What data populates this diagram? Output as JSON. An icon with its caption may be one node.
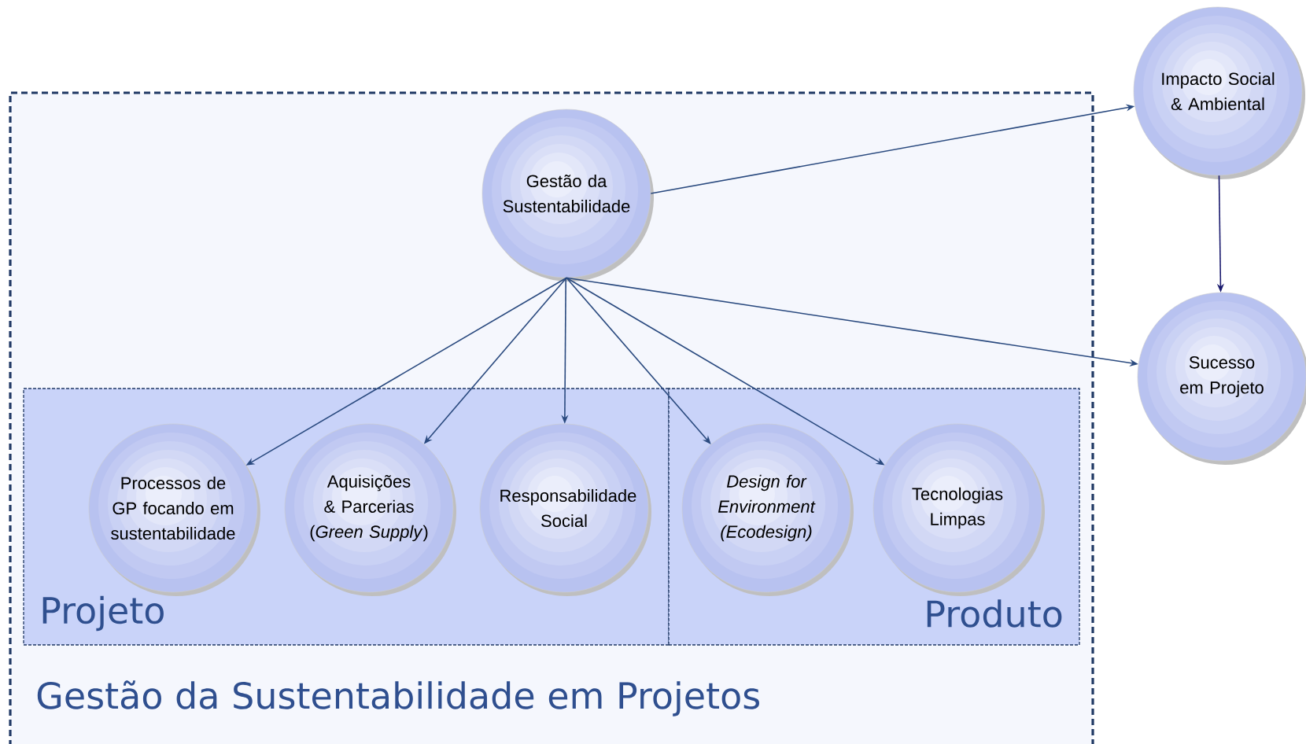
{
  "diagram": {
    "nodes": [
      {
        "text": [
          "Gestão da Sustentabilidade em Projetos"
        ]
      },
      {
        "text": [
          "Projeto"
        ],
        "in": 0
      },
      {
        "text": [
          "Produto"
        ],
        "in": 0
      },
      {
        "text": [
          "Gestão da Sustentabilidade"
        ],
        "in": 0
      },
      {
        "text": [
          "Processos de GP focando em sustentabilidade"
        ],
        "in": 1
      },
      {
        "text": [
          "Aquisições & Parcerias (*Green Supply*)"
        ],
        "in": 1
      },
      {
        "text": [
          "Responsabilidade Social"
        ],
        "in": 1
      },
      {
        "text": [
          "Design for Environment (Ecodesign)"
        ],
        "in": 2
      },
      {
        "text": [
          "Tecnologias Limpas"
        ],
        "in": 2
      },
      {
        "text": [
          "Impacto Social & Ambiental"
        ]
      },
      {
        "text": [
          "Sucesso em Projeto"
        ]
      }
    ],
    "edges": [
      {
        "from": 3,
        "to": 4,
        "arrow": "to"
      },
      {
        "from": 3,
        "to": 5,
        "arrow": "to"
      },
      {
        "from": 3,
        "to": 6,
        "arrow": "to"
      },
      {
        "from": 3,
        "to": 7,
        "arrow": "to"
      },
      {
        "from": 3,
        "to": 8,
        "arrow": "to"
      },
      {
        "from": 3,
        "to": 9,
        "arrow": "to"
      },
      {
        "from": 3,
        "to": 10,
        "arrow": "to"
      },
      {
        "from": 9,
        "to": 10,
        "arrow": "to",
        "color": "#1a1a6e"
      }
    ]
  }
}
